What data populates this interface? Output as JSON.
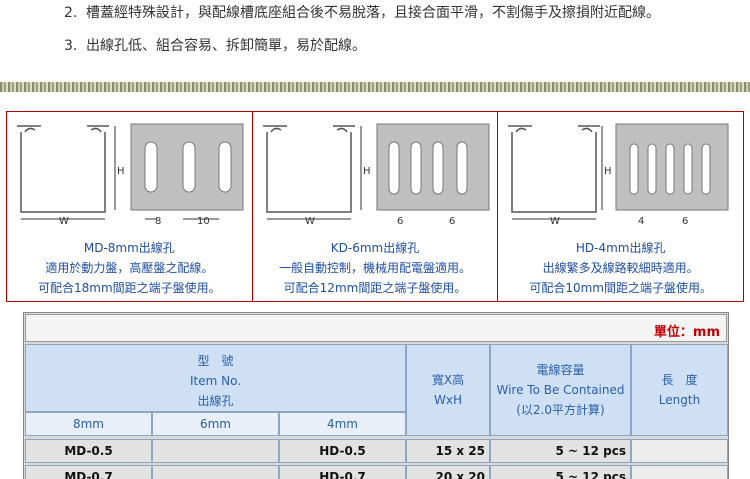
{
  "intro": {
    "items": [
      {
        "num": "2.",
        "text": "槽蓋經特殊設計，與配線槽底座組合後不易脫落，且接合面平滑，不割傷手及擦損附近配線。"
      },
      {
        "num": "3.",
        "text": "出線孔低、組合容易、拆卸簡單，易於配線。"
      }
    ]
  },
  "panels": [
    {
      "title": "MD-8mm出線孔",
      "line1": "適用於動力盤，高壓盤之配線。",
      "line2": "可配合18mm間距之端子盤使用。",
      "dim_w": "W",
      "dim_h": "H",
      "dim_a": "8",
      "dim_b": "10"
    },
    {
      "title": "KD-6mm出線孔",
      "line1": "一般自動控制，機械用配電盤適用。",
      "line2": "可配合12mm間距之端子盤使用。",
      "dim_w": "W",
      "dim_h": "H",
      "dim_a": "6",
      "dim_b": "6"
    },
    {
      "title": "HD-4mm出線孔",
      "line1": "出線繁多及線路較細時適用。",
      "line2": "可配合10mm間距之端子盤使用。",
      "dim_w": "W",
      "dim_h": "H",
      "dim_a": "4",
      "dim_b": "6"
    }
  ],
  "table": {
    "unit": "單位：mm",
    "model_zh": "型　號",
    "model_en": "Item No.",
    "hole": "出線孔",
    "size": "寬X高\nWxH",
    "size_zh": "寬X高",
    "size_en": "WxH",
    "cap_zh": "電線容量",
    "cap_en": "Wire To Be Contained",
    "cap_note": "(以2.0平方計算)",
    "len_zh": "長　度",
    "len_en": "Length",
    "cols": [
      "8mm",
      "6mm",
      "4mm"
    ],
    "rows": [
      {
        "c8": "MD-0.5",
        "c6": "",
        "c4": "HD-0.5",
        "size": "15 x 25",
        "cap": "5 ~ 12 pcs"
      },
      {
        "c8": "MD-0.7",
        "c6": "",
        "c4": "HD-0.7",
        "size": "20 x 20",
        "cap": "5 ~ 12 pcs"
      }
    ]
  },
  "colors": {
    "accent_red": "#b00000",
    "caption_blue": "#1f4fa3",
    "header_blue": "#cfe0f5"
  }
}
